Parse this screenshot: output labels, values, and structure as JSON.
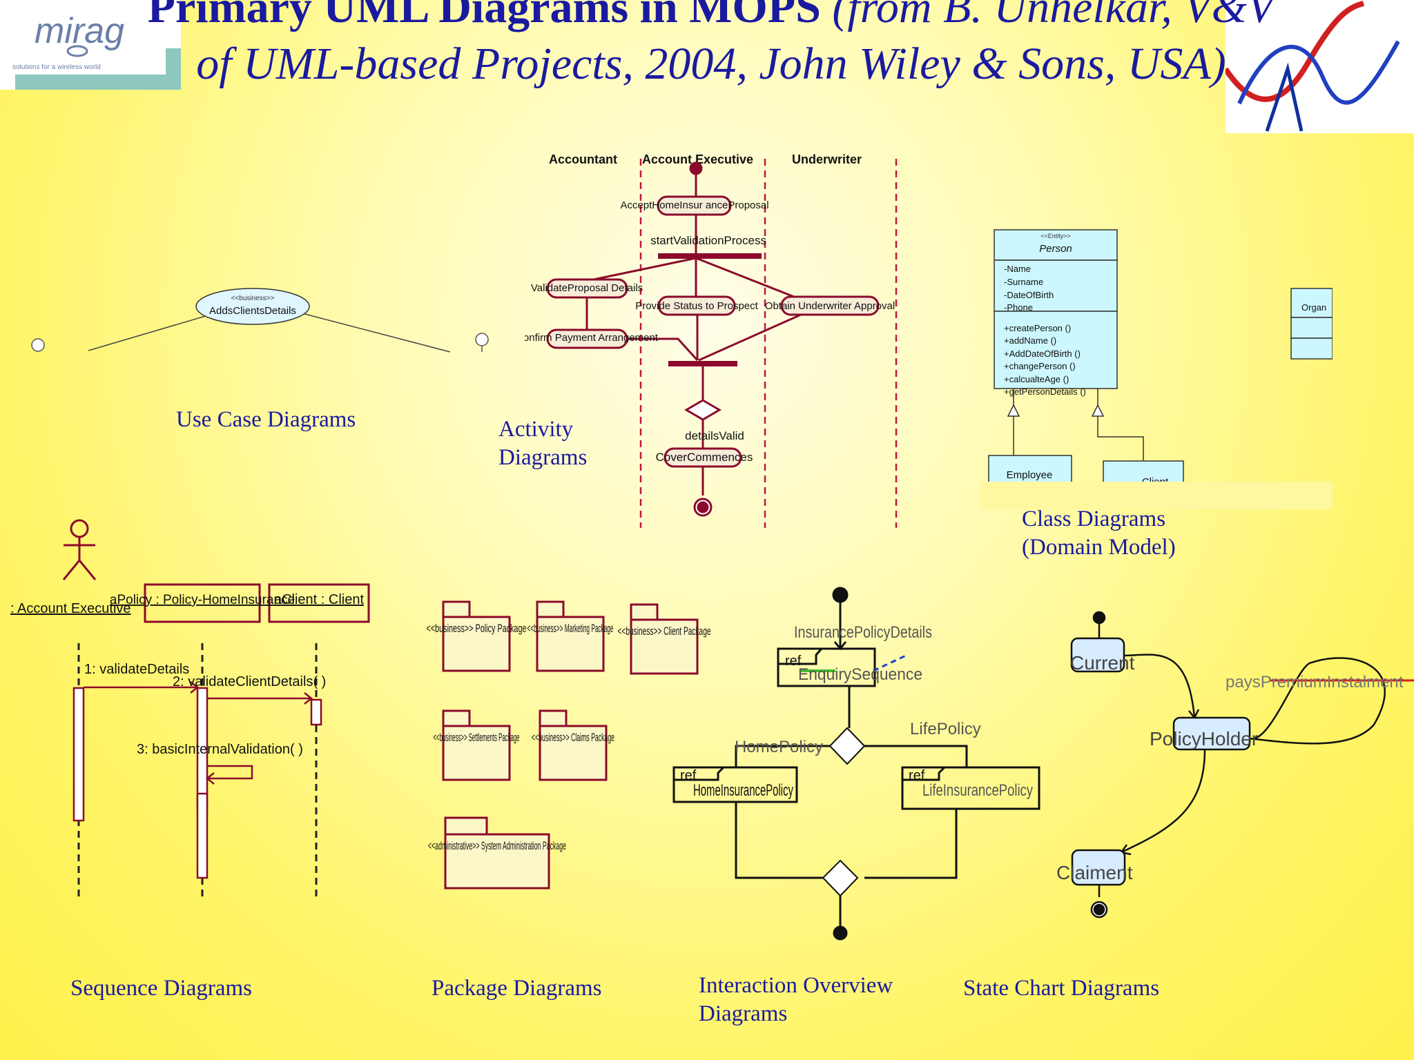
{
  "title": {
    "bold_part": "Primary UML Diagrams in MOPS",
    "italic_part": "(from B. Unhelkar, V&V of UML-based Projects, 2004, John Wiley & Sons, USA)"
  },
  "logo": {
    "text": "mirag",
    "tagline": "solutions for a wireless world"
  },
  "captions": {
    "use_case": "Use Case Diagrams",
    "activity": "Activity Diagrams",
    "class": "Class Diagrams (Domain Model)",
    "sequence": "Sequence Diagrams",
    "package": "Package Diagrams",
    "interaction": "Interaction Overview Diagrams",
    "state_chart": "State Chart Diagrams"
  },
  "use_case": {
    "stereotype": "<<business>>",
    "name": "AddsClientsDetails"
  },
  "activity": {
    "lanes": [
      "Accountant",
      "Account Executive",
      "Underwriter"
    ],
    "accept": "AcceptHomeInsur anceProposal",
    "start": "startValidationProcess",
    "validate": "ValidateProposal Details",
    "provide": "Provide Status to Prospect",
    "obtain": "Obtain Underwriter Approval",
    "confirm": "Confirm Payment Arrangement",
    "guard": "detailsValid",
    "cover": "CoverCommences"
  },
  "class": {
    "stereotype": "<<Entity>>",
    "name": "Person",
    "attributes": [
      "-Name",
      "-Surname",
      "-DateOfBirth",
      "-Phone"
    ],
    "operations": [
      "+createPerson ()",
      "+addName ()",
      "+AddDateOfBirth ()",
      "+changePerson ()",
      "+calcualteAge ()",
      "+getPersonDetails ()"
    ],
    "sub1": "Employee",
    "sub2": "Client",
    "side": "Organ"
  },
  "sequence": {
    "actor": ": Account Executive",
    "obj1": "aPolicy : Policy-HomeInsurance",
    "obj2": "aClient : Client",
    "m1": "1: validateDetails",
    "m2": "2: validateClientDetails( )",
    "m3": "3: basicInternalValidation( )"
  },
  "package": {
    "p1": "<<business>> Policy Package",
    "p2": "<<business>> Marketing Package",
    "p3": "<<business>> Client Package",
    "p4": "<<business>> Settlements Package",
    "p5": "<<business>> Claims Package",
    "p6": "<<administrative>> System Administration Package"
  },
  "interaction": {
    "label1": "InsurancePolicyDetails",
    "ref": "ref",
    "enq": "EnquirySequence",
    "home": "HomePolicy",
    "life": "LifePolicy",
    "home_ref": "HomeInsurancePolicy",
    "life_ref": "LifeInsurancePolicy"
  },
  "state": {
    "current": "Current",
    "holder": "PolicyHolder",
    "pays": "paysPremiumInstalment",
    "claiment": "Claiment"
  },
  "colors": {
    "uml": "#8b0a2b",
    "caption": "#1a1aa0",
    "state_fill": "#d8ecff",
    "class_fill": "#ccf7ff"
  }
}
